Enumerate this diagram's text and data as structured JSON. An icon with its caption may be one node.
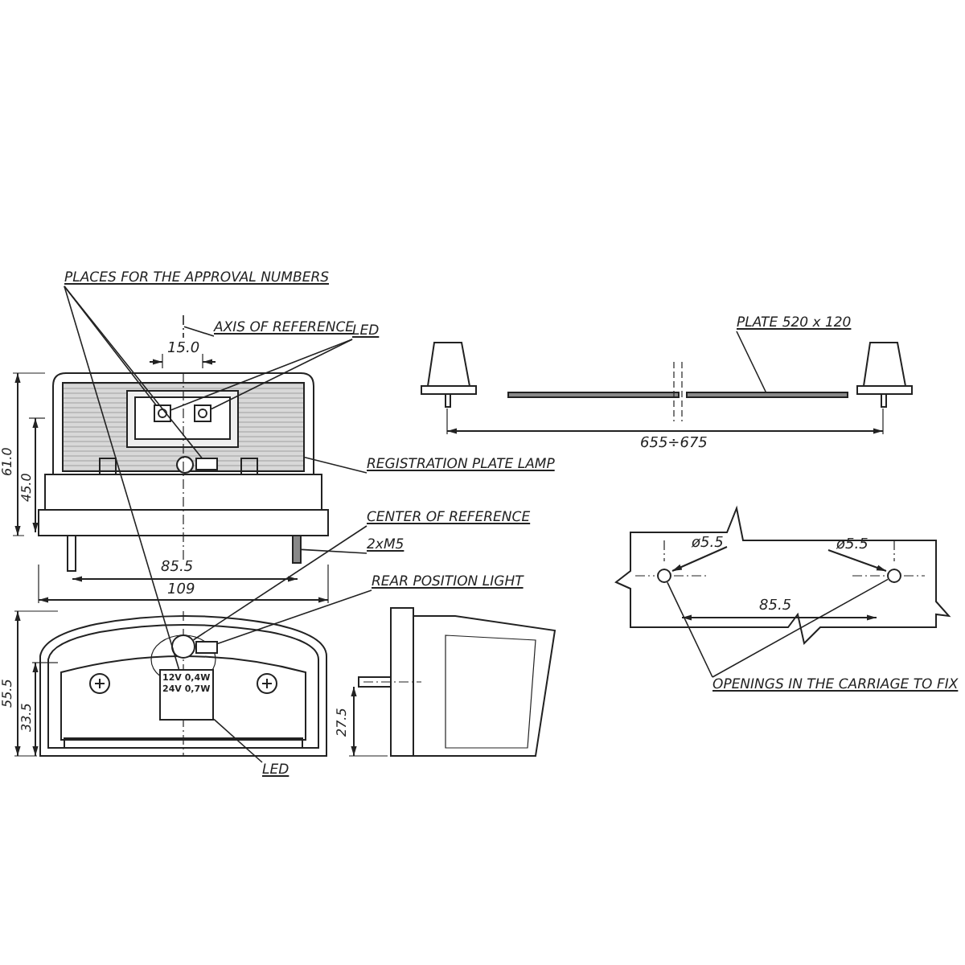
{
  "diagram": {
    "nodes": [
      {
        "text": [
          "PLACES FOR THE APPROVAL NUMBERS"
        ]
      },
      {
        "text": [
          "AXIS OF REFERENCE"
        ]
      },
      {
        "text": [
          "LED"
        ]
      },
      {
        "text": [
          "REGISTRATION PLATE LAMP"
        ]
      },
      {
        "text": [
          "CENTER OF REFERENCE"
        ]
      },
      {
        "text": [
          "2xM5"
        ]
      },
      {
        "text": [
          "REAR POSITION LIGHT"
        ]
      },
      {
        "text": [
          "LED"
        ]
      },
      {
        "text": [
          "PLATE 520 x 120"
        ]
      },
      {
        "text": [
          "OPENINGS IN THE CARRIAGE TO FIX"
        ]
      },
      {
        "text": [],
        "shape": "box",
        "in": 15
      },
      {
        "text": [],
        "shape": "box",
        "in": 15
      },
      {
        "text": [],
        "shape": "box",
        "in": 15
      },
      {
        "text": [
          "12V 0,4W",
          "24V 0,7W"
        ]
      },
      {
        "text": [],
        "shape": "line"
      },
      {
        "text": [],
        "shape": "box"
      },
      {
        "text": [],
        "shape": "circle"
      },
      {
        "text": [],
        "shape": "bar"
      },
      {
        "text": [],
        "shape": "box"
      },
      {
        "text": [],
        "shape": "bar"
      },
      {
        "text": [],
        "shape": "circle"
      },
      {
        "text": [],
        "shape": "circle"
      }
    ],
    "edges": [
      {
        "from": 0,
        "to": 10,
        "arrow": "none"
      },
      {
        "from": 0,
        "to": 12,
        "arrow": "none"
      },
      {
        "from": 0,
        "to": 13,
        "arrow": "none"
      },
      {
        "from": 1,
        "to": 14,
        "arrow": "none"
      },
      {
        "from": 2,
        "to": 10,
        "arrow": "none"
      },
      {
        "from": 2,
        "to": 11,
        "arrow": "none"
      },
      {
        "from": 3,
        "to": 15,
        "arrow": "none"
      },
      {
        "from": 4,
        "to": 16,
        "arrow": "none"
      },
      {
        "from": 5,
        "to": 17,
        "arrow": "none"
      },
      {
        "from": 6,
        "to": 18,
        "arrow": "none"
      },
      {
        "from": 7,
        "to": 13,
        "arrow": "none"
      },
      {
        "from": 8,
        "to": 19,
        "arrow": "none"
      },
      {
        "from": 9,
        "to": 20,
        "arrow": "none"
      },
      {
        "from": 9,
        "to": 21,
        "arrow": "none"
      }
    ],
    "labels": [
      "15.0",
      "61.0",
      "45.0",
      "85.5",
      "109",
      "655÷675",
      "ø5.5",
      "ø5.5",
      "85.5",
      "55.5",
      "33.5",
      "27.5"
    ]
  }
}
